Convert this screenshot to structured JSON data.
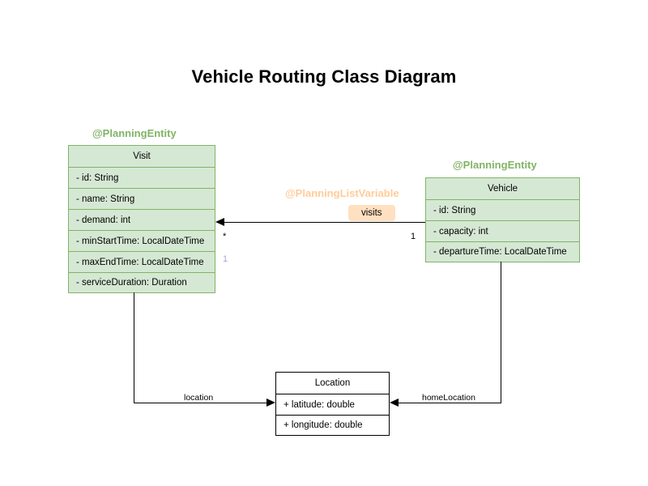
{
  "diagram": {
    "title": "Vehicle Routing Class Diagram"
  },
  "annotations": {
    "visit_stereotype": "@PlanningEntity",
    "vehicle_stereotype": "@PlanningEntity",
    "visits_stereotype": "@PlanningListVariable"
  },
  "classes": [
    {
      "id": "visit",
      "name": "Visit",
      "attributes": [
        "- id: String",
        "- name: String",
        "- demand: int",
        "- minStartTime: LocalDateTime",
        "- maxEndTime: LocalDateTime",
        "- serviceDuration: Duration"
      ]
    },
    {
      "id": "vehicle",
      "name": "Vehicle",
      "attributes": [
        "- id: String",
        "- capacity: int",
        "- departureTime: LocalDateTime"
      ]
    },
    {
      "id": "location",
      "name": "Location",
      "attributes": [
        "+ latitude: double",
        "+ longitude: double"
      ]
    }
  ],
  "relations": {
    "visits": {
      "label": "visits",
      "source_multiplicity": "1",
      "target_multiplicity": "*",
      "extra_multiplicity": "1"
    },
    "location": {
      "label": "location"
    },
    "home_location": {
      "label": "homeLocation"
    }
  },
  "colors": {
    "entity_fill": "#d5e8d4",
    "entity_stroke": "#82b366",
    "annotation_green": "#82b366",
    "annotation_orange": "#ffcc99",
    "badge_fill": "#ffe0c0",
    "plain_stroke": "#000000",
    "lavender": "#b39ddb"
  }
}
